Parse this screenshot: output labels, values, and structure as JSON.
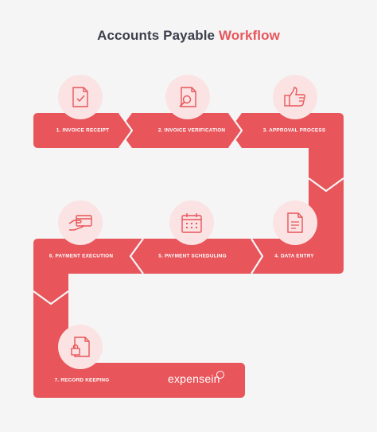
{
  "title": {
    "main": "Accounts Payable",
    "accent": "Workflow"
  },
  "steps": [
    {
      "label": "1. INVOICE RECEIPT",
      "icon": "invoice-check-icon"
    },
    {
      "label": "2. INVOICE VERIFICATION",
      "icon": "document-search-icon"
    },
    {
      "label": "3. APPROVAL PROCESS",
      "icon": "thumbs-up-icon"
    },
    {
      "label": "4. DATA ENTRY",
      "icon": "document-lines-icon"
    },
    {
      "label": "5. PAYMENT SCHEDULING",
      "icon": "calendar-icon"
    },
    {
      "label": "6. PAYMENT EXECUTION",
      "icon": "card-payment-icon"
    },
    {
      "label": "7. RECORD KEEPING",
      "icon": "document-lock-icon"
    }
  ],
  "brand": "expensein",
  "colors": {
    "accent": "#e8555a",
    "circle": "#fbe3e3",
    "text": "#3a3f4b",
    "background": "#f5f5f6"
  }
}
